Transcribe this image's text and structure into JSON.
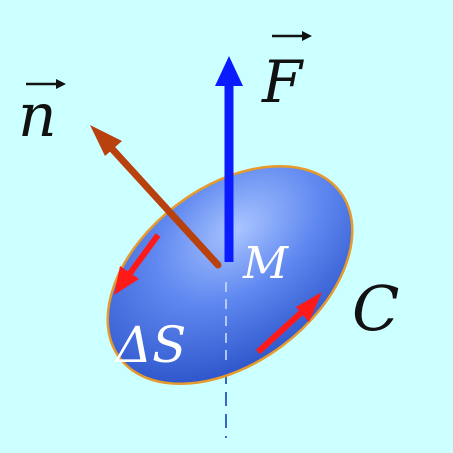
{
  "background": "#ccffff",
  "labels": {
    "force": "F",
    "normal": "n",
    "point": "M",
    "area": "ΔS",
    "contour": "C"
  },
  "colors": {
    "surface_fill": "#3f6fe6",
    "surface_highlight": "#a9c4ff",
    "surface_edge": "#e79a2c",
    "force_arrow": "#0a1cff",
    "normal_arrow": "#b8410e",
    "circulation_arrows": "#ff1a1a",
    "axis_line": "#3a66c8",
    "text_dark": "#111111",
    "text_light": "#ffffff"
  },
  "icons": [
    "force-vector-arrow",
    "normal-vector-arrow",
    "circulation-arrow"
  ]
}
